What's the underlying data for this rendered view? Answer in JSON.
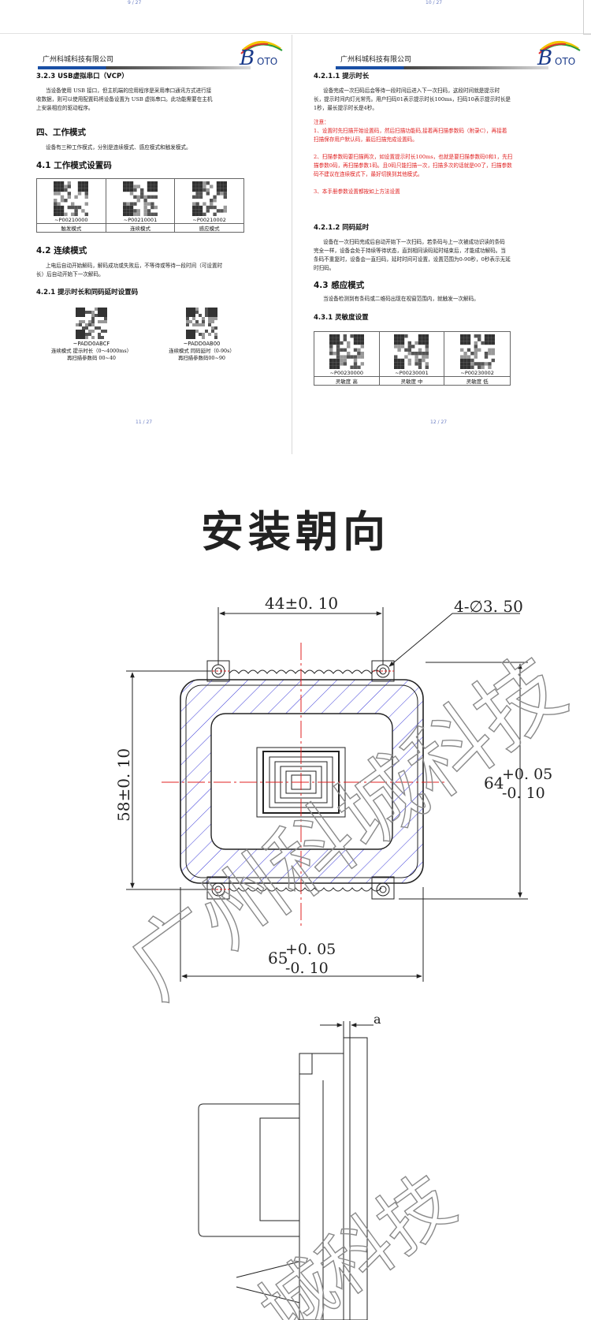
{
  "top_pages": {
    "left": "9 / 27",
    "right": "10 / 27"
  },
  "company": "广州科城科技有限公司",
  "logo_text": "BOTO",
  "left_page": {
    "sec_vcp": "3.2.3 USB虚拟串口（VCP）",
    "vcp_para_1": "当设备使用 USB 接口，但主机端的应用程序是采用串口通讯方式进行接",
    "vcp_para_2": "收数据，则可以使用配置码将设备设置为 USB 虚拟串口。此功能需要在主机",
    "vcp_para_3": "上安装相应的驱动程序。",
    "sec_work": "四、工作模式",
    "work_para": "设备有三种工作模式，分别是连续模式、感应模式和触发模式。",
    "sec_41": "4.1 工作模式设置码",
    "mode_codes": [
      {
        "code": "~P00210000",
        "label": "触发模式"
      },
      {
        "code": "~P00210001",
        "label": "连续模式"
      },
      {
        "code": "~P00210002",
        "label": "感应模式"
      }
    ],
    "sec_42": "4.2 连续模式",
    "cont_para_1": "上电后自动开始解码，解码成功或失败后，不等待或等待一段时间（可设置时",
    "cont_para_2": "长）后自动开始下一次解码。",
    "sec_421": "4.2.1 提示时长和同码延时设置码",
    "free_codes": [
      {
        "code": "~PADD0ABCF",
        "line1": "连续模式 提示时长（0～4000ms）",
        "line2": "再扫描参数码 00~40"
      },
      {
        "code": "~PADD0AB00",
        "line1": "连续模式 同码延时（0-90s）",
        "line2": "再扫描参数码00~90"
      }
    ],
    "footer": "11 / 27"
  },
  "right_page": {
    "sec_4211": "4.2.1.1 提示时长",
    "tip_para_1": "设备完成一次扫码后会等待一段时间后进入下一次扫码，这段时间就是提示时",
    "tip_para_2": "长，提示时间内灯光常亮。用户扫码01表示提示时长100ms，扫码10表示提示时长是",
    "tip_para_3": "1秒，最长提示时长是4秒。",
    "note_title": "注意：",
    "note_1a": "1、设置时先扫描开始设置码，然后扫描功能码,接着再扫描参数码（附录C），再接着",
    "note_1b": "扫描保存用户默认码，最后扫描完成设置码。",
    "note_2a": "2、扫描参数码要扫描两次，如设置提示时长100ms，也就是要扫描参数码0和1，先扫",
    "note_2b": "描参数0码，再扫描参数1码。且0码只能扫描一次，扫描多次的话就是00了，扫描参数",
    "note_2c": "码不建议在连续模式下，最好切换到其他模式。",
    "note_3": "3、本手册参数设置都按如上方法设置",
    "sec_4212": "4.2.1.2 同码延时",
    "same_para_1": "设备在一次扫码完成后自动开始下一次扫码，若条码与上一次被成功识读的条码",
    "same_para_2": "完全一样，设备会处于持续等待状态，直到相同读码延时结束后，才能成功解码。当",
    "same_para_3": "条码不重复时，设备会一直扫码，延时时间可设置，设置范围为0-90秒，0秒表示无延",
    "same_para_4": "时扫码。",
    "sec_43": "4.3 感应模式",
    "sense_para": "当设备检测到有条码或二维码出现在视窗范围内，就触发一次解码。",
    "sec_431": "4.3.1 灵敏度设置",
    "sens_codes": [
      {
        "code": "~P00230000",
        "label": "灵敏度 高"
      },
      {
        "code": "~P00230001",
        "label": "灵敏度 中"
      },
      {
        "code": "~P00230002",
        "label": "灵敏度 低"
      }
    ],
    "footer": "12 / 27"
  },
  "install_title": "安装朝向",
  "drawing": {
    "dim_top": "44±0. 10",
    "dim_holes": "4-∅3. 50",
    "dim_left": "58±0. 10",
    "dim_right_base": "64",
    "dim_right_plus": "+0. 05",
    "dim_right_minus": "-0. 10",
    "dim_bottom_base": "65",
    "dim_bottom_plus": "+0. 05",
    "dim_bottom_minus": "-0. 10",
    "side_label": "a",
    "watermark_1": "广州科城科技",
    "watermark_2": "城科技"
  }
}
